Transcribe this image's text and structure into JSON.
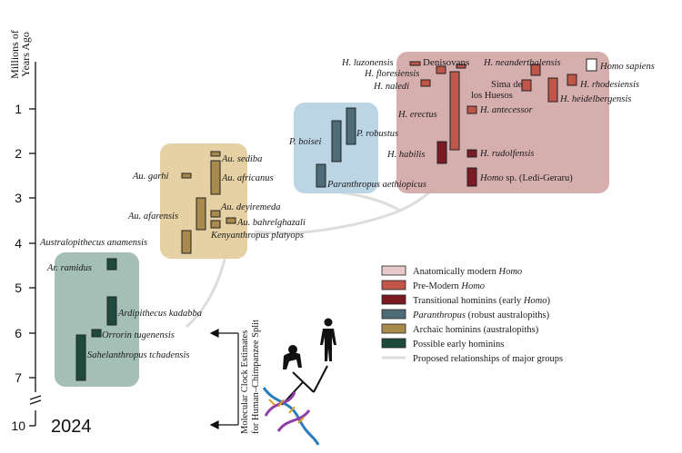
{
  "axis": {
    "title_line1": "Millions of",
    "title_line2": "Years Ago",
    "ticks": [
      "1",
      "2",
      "3",
      "4",
      "5",
      "6",
      "7",
      "10"
    ]
  },
  "year_label": "2024",
  "molecular_clock": {
    "line1": "Molecular Clock Estimates",
    "line2": "for Human–Chimpanzee Split"
  },
  "legend": {
    "items": [
      {
        "text": "Anatomically modern ",
        "italic": "Homo",
        "color": "#e8c9c9"
      },
      {
        "text": "Pre-Modern ",
        "italic": "Homo",
        "color": "#c0554a"
      },
      {
        "text": "Transitional hominins (early ",
        "italic": "Homo",
        "suffix": ")",
        "color": "#7a1a22"
      },
      {
        "text": "",
        "italic": "Paranthropus",
        "suffix": " (robust australopiths)",
        "color": "#4e6c78"
      },
      {
        "text": "Archaic hominins (australopiths)",
        "italic": "",
        "color": "#a88a4e"
      },
      {
        "text": "Possible early hominins",
        "italic": "",
        "color": "#1e4a3e"
      },
      {
        "text": "Proposed relationships of major groups",
        "italic": "",
        "color": "#dddddd"
      }
    ]
  },
  "species": {
    "luzonensis": "H. luzonensis",
    "denisovans": "Denisovans",
    "floresiensis": "H. floresiensis",
    "naledi": "H. naledi",
    "neanderthalensis": "H. neanderthalensis",
    "sapiens": "Homo sapiens",
    "sima1": "Sima de",
    "sima2": "los Huesos",
    "rhodesiensis": "H. rhodesiensis",
    "heidelbergensis": "H. heidelbergensis",
    "erectus": "H. erectus",
    "antecessor": "H. antecessor",
    "habilis": "H. habilis",
    "rudolfensis": "H. rudolfensis",
    "homo_sp_a": "Homo",
    "homo_sp_b": " sp. (Ledi-Geraru)",
    "boisei": "P. boisei",
    "robustus": "P. robustus",
    "aethiopicus": "Paranthropus aethiopicus",
    "sediba": "Au. sediba",
    "garhi": "Au. garhi",
    "africanus": "Au. africanus",
    "deyiremeda": "Au. deyiremeda",
    "afarensis": "Au. afarensis",
    "bahrelghazali": "Au. bahrelghazali",
    "platyops": "Kenyanthropus platyops",
    "anamensis": "Australopithecus anamensis",
    "ramidus": "Ar. ramidus",
    "kadabba": "Ardipithecus kadabba",
    "tugenensis": "Orrorin tugenensis",
    "tchadensis": "Sahelanthropus tchadensis"
  },
  "colors": {
    "modern_bg": "#cfa0a0",
    "paranthropus_bg": "#b4d0e2",
    "archaic_bg": "#e4cf9f",
    "early_bg": "#9fbdb2",
    "modern": "#e8c9c9",
    "premodern": "#c0554a",
    "transitional": "#7a1a22",
    "paranthropus": "#4e6c78",
    "archaic": "#a88a4e",
    "early": "#1e4a3e",
    "relationship": "#dddddd"
  }
}
